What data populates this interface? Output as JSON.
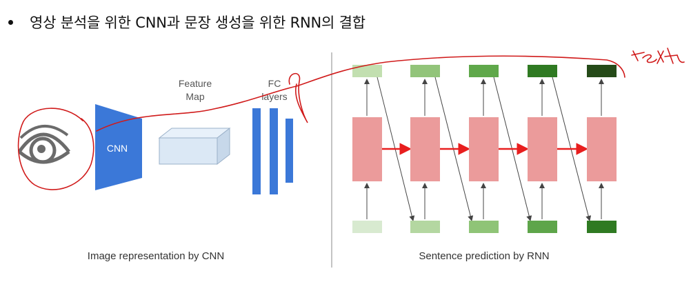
{
  "heading": "영상 분석을 위한 CNN과 문장 생성을 위한 RNN의 결합",
  "cnn": {
    "cnn_label": "CNN",
    "feature_map_line1": "Feature",
    "feature_map_line2": "Map",
    "fc_line1": "FC",
    "fc_line2": "layers",
    "caption": "Image representation by CNN",
    "icon": "eye-icon"
  },
  "rnn": {
    "caption": "Sentence prediction by RNN",
    "steps": 5,
    "output_colors": [
      "#c2dfb0",
      "#92c47a",
      "#5fa84a",
      "#2f7a22",
      "#254a18"
    ],
    "input_colors": [
      "#d8ead0",
      "#b4d7a1",
      "#8fc477",
      "#5ea54a",
      "#2f7a22"
    ],
    "hidden_color": "#eb9b9b",
    "recurrent_arrow_color": "#e81e1e"
  },
  "annotation": {
    "handwritten_text": "text",
    "ink_color": "#d01a1a"
  }
}
